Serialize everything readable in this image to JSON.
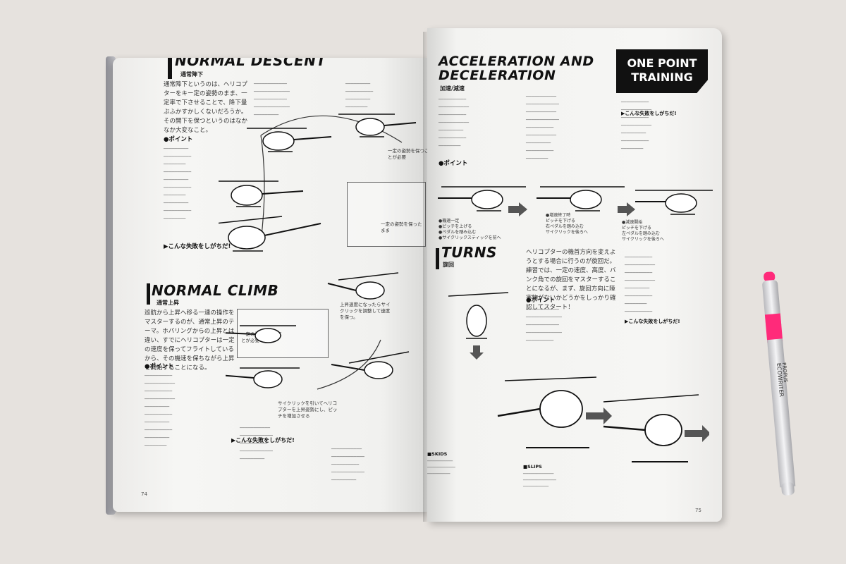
{
  "left_page": {
    "normal_descent": {
      "title": "NORMAL DESCENT",
      "subtitle": "通常降下",
      "intro": "通常降下というのは、ヘリコプターをキー定の姿勢のまま、一定率で下させることで、降下量ぶふかすかしくないだろうか。その開下を保つというのはなかなか大変なこと。",
      "point_label": "●ポイント",
      "mistake_label": "▶こんな失敗をしがちだ!"
    },
    "normal_climb": {
      "title": "NORMAL CLIMB",
      "subtitle": "通常上昇",
      "intro": "巡航から上昇へ移る一連の操作をマスターするのが、通常上昇のテーマ。ホバリングからの上昇とは違い、すでにヘリコプターは一定の速度を保ってフライトしているから、その機速を保ちながら上昇を開始することになる。",
      "point_label": "●ポイント",
      "mistake_label": "▶こんな失敗をしがちだ!"
    },
    "callout_1": "一定の姿勢を保ったまま",
    "callout_2": "一定の姿勢を保つことが必要",
    "callout_3": "上昇速度になったらサイクリックを調整して速度を保つ。",
    "callout_4": "サイクリックを引いてヘリコプターを上昇姿勢にし、ピッチを増加させる",
    "page_number": "74"
  },
  "right_page": {
    "accel": {
      "title_line1": "ACCELERATION AND",
      "title_line2": "DECELERATION",
      "subtitle": "加速/減速",
      "point_label": "●ポイント",
      "note_1": "●機速一定\n●ピッチを上げる\n●ペダルを踏み込む\n●サイクリックスティックを前へ",
      "note_2": "●増速終了時\nピッチを下げる\n右ペダルを踏み込む\nサイクリックを後ろへ",
      "note_3": "●減速開始\nピッチを下げる\n左ペダルを踏み込む\nサイクリックを後ろへ"
    },
    "badge_line1": "ONE POINT",
    "badge_line2": "TRAINING",
    "mistake_label_1": "▶こんな失敗をしがちだ!",
    "mistake_label_2": "▶こんな失敗をしがちだ!",
    "turns": {
      "title": "TURNS",
      "subtitle": "旋回",
      "intro": "ヘリコプターの機首方向を変えようとする場合に行うのが旋回だ。練習では、一定の速度、高度、バンク角での旋回をマスターすることになるが、まず、旋回方向に障害物がないかどうかをしっかり確認してスタート！",
      "point_label": "●ポイント",
      "skids_label": "■SKIDS",
      "slips_label": "■SLIPS"
    },
    "page_number": "75"
  },
  "pen": {
    "brand": "ECOWRITER",
    "model": "PROPUS",
    "cap_color": "#ff2a7a"
  },
  "colors": {
    "ink": "#111111",
    "paper": "#f3f3f1",
    "table": "#e6e2de",
    "highlighter": "#ff2a7a"
  }
}
